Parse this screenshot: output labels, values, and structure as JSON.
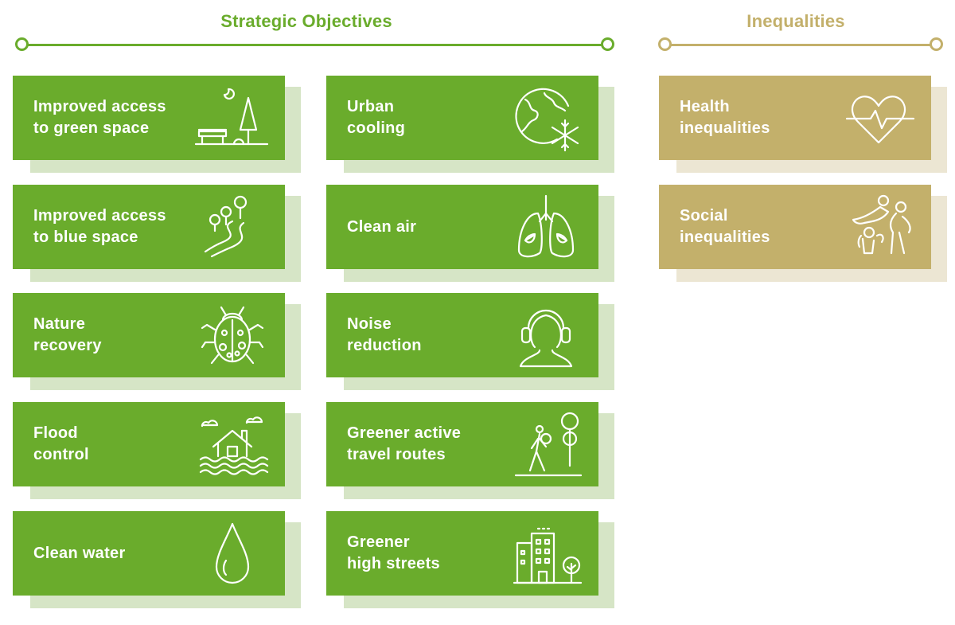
{
  "strategic": {
    "title": "Strategic Objectives",
    "color": "#6aac2c",
    "col1": [
      {
        "label": "Improved access\nto green space",
        "icon": "park-bench-tree-icon"
      },
      {
        "label": "Improved access\nto blue space",
        "icon": "river-trees-icon"
      },
      {
        "label": "Nature\nrecovery",
        "icon": "ladybird-icon"
      },
      {
        "label": "Flood\ncontrol",
        "icon": "flooded-house-icon"
      },
      {
        "label": "Clean water",
        "icon": "water-drop-icon"
      }
    ],
    "col2": [
      {
        "label": "Urban\ncooling",
        "icon": "globe-snowflake-icon"
      },
      {
        "label": "Clean air",
        "icon": "lungs-icon"
      },
      {
        "label": "Noise\nreduction",
        "icon": "ear-defenders-head-icon"
      },
      {
        "label": "Greener active\ntravel routes",
        "icon": "walker-trees-icon"
      },
      {
        "label": "Greener\nhigh streets",
        "icon": "buildings-tree-icon"
      }
    ]
  },
  "inequalities": {
    "title": "Inequalities",
    "color": "#c3b06b",
    "items": [
      {
        "label": "Health\ninequalities",
        "icon": "heart-pulse-icon"
      },
      {
        "label": "Social\ninequalities",
        "icon": "people-embrace-icon"
      }
    ]
  }
}
